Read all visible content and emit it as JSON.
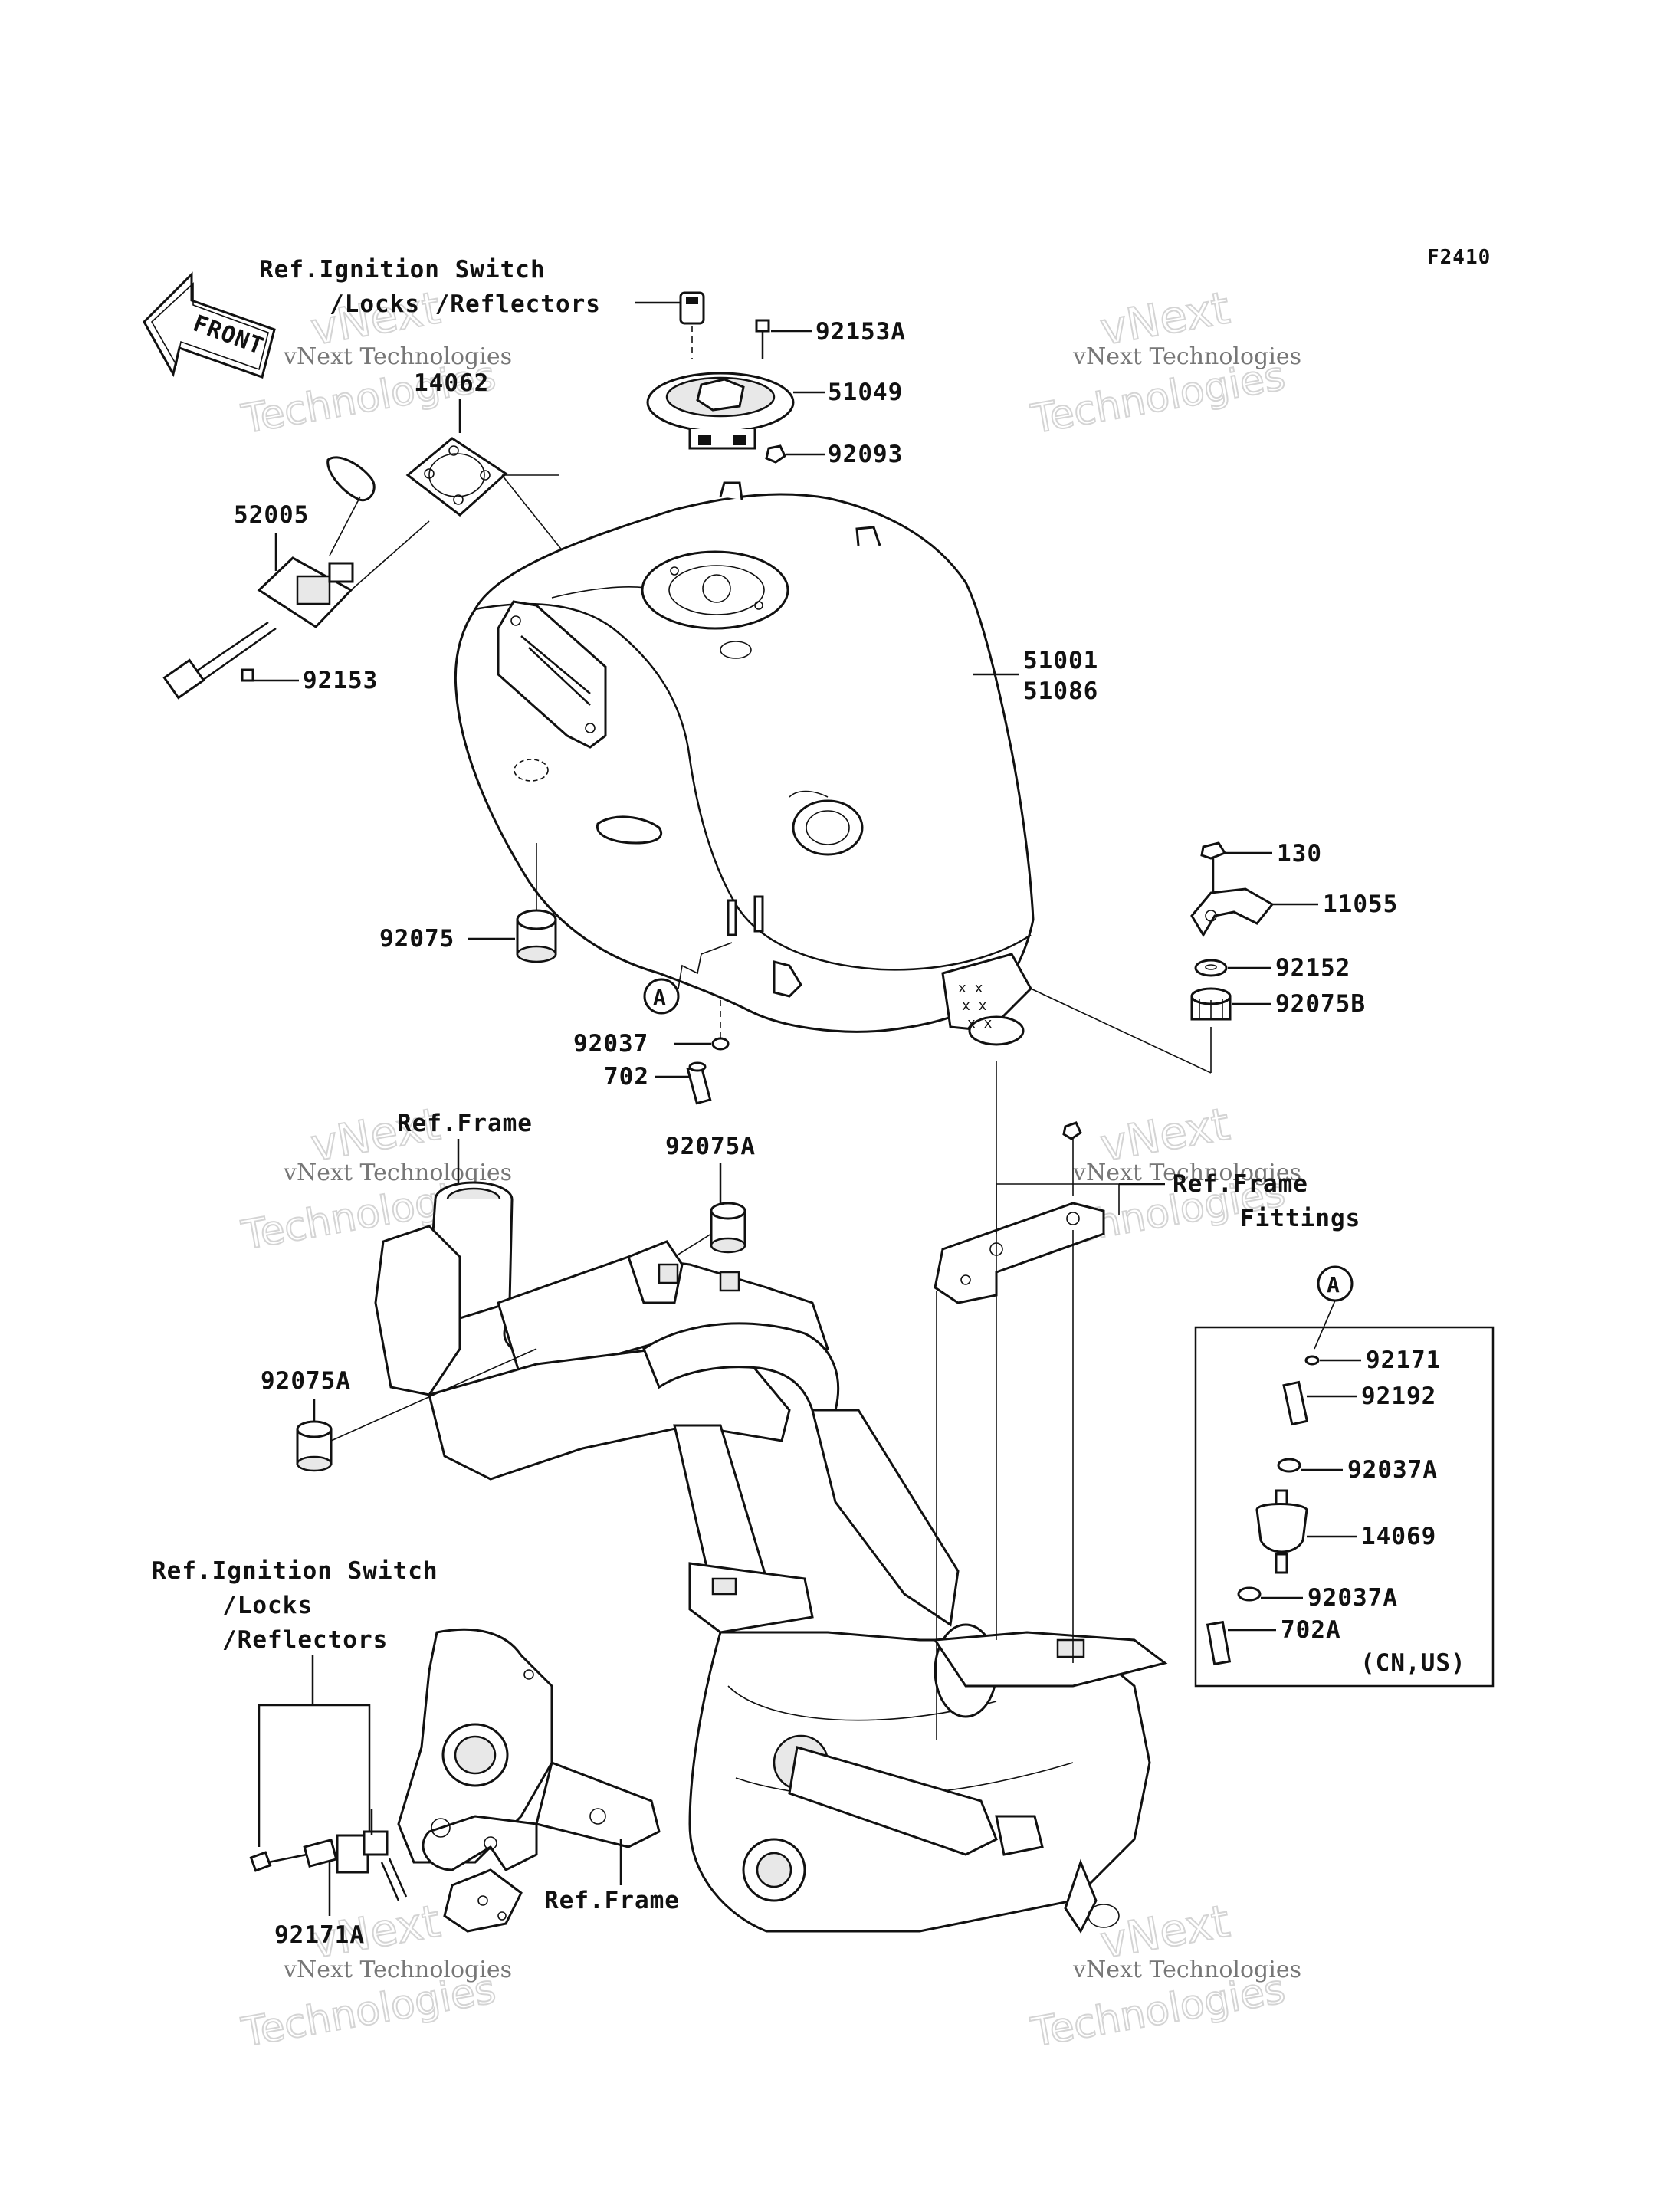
{
  "figure_code": "F2410",
  "front_arrow": "FRONT",
  "refs": {
    "ignition_top_line1": "Ref.Ignition Switch",
    "ignition_top_line2": "/Locks /Reflectors",
    "ignition_bottom_line1": "Ref.Ignition Switch",
    "ignition_bottom_line2": "/Locks",
    "ignition_bottom_line3": "/Reflectors",
    "frame_top": "Ref.Frame",
    "frame_fittings_line1": "Ref.Frame",
    "frame_fittings_line2": "Fittings",
    "frame_bottom": "Ref.Frame"
  },
  "callout_a": "A",
  "region": "(CN,US)",
  "parts": {
    "p92153A": "92153A",
    "p51049": "51049",
    "p92093": "92093",
    "p14062": "14062",
    "p52005": "52005",
    "p92153": "92153",
    "p51001": "51001",
    "p51086": "51086",
    "p130": "130",
    "p11055": "11055",
    "p92152": "92152",
    "p92075B": "92075B",
    "p92075": "92075",
    "p92037": "92037",
    "p702": "702",
    "p92075A_top": "92075A",
    "p92075A_left": "92075A",
    "p92171": "92171",
    "p92192": "92192",
    "p92037A_1": "92037A",
    "p14069": "14069",
    "p92037A_2": "92037A",
    "p702A": "702A",
    "p92171A": "92171A"
  },
  "watermark": {
    "top": "vNext",
    "middle": "vNext Technologies",
    "bottom": "Technologies"
  }
}
